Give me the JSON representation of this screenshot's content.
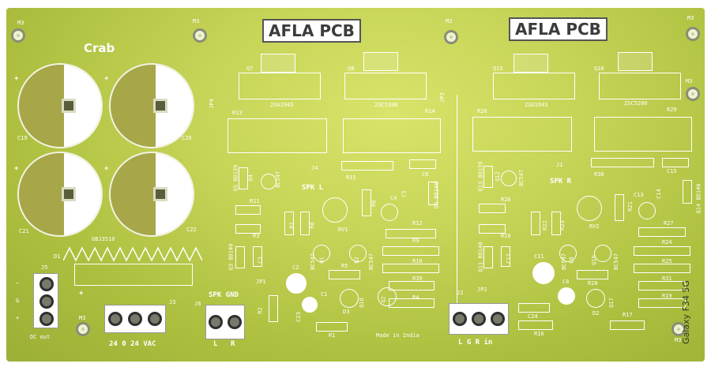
{
  "board": {
    "logo_left": "AFLA PCB",
    "logo_right": "AFLA PCB",
    "brand": "Crab",
    "made_in": "Made in India",
    "watermark": "Galaxy F34 5G",
    "mount_label": "M3"
  },
  "components": {
    "q7": "Q7",
    "q8": "Q8",
    "q15": "Q15",
    "q16": "Q16",
    "q7_part": "2SA1943",
    "q8_part": "2SC5200",
    "q15_part": "2SA1943",
    "q16_part": "2SC5200",
    "r13": "R13",
    "r14": "R14",
    "r28": "R28",
    "r29": "R29",
    "c19": "C19",
    "c20": "C20",
    "c21": "C21",
    "c22": "C22",
    "jp4": "JP4",
    "jp3": "JP3",
    "q5": "Q5 BD139",
    "q4": "Q4",
    "bc547a": "BC547",
    "j4": "J4",
    "spk_l": "SPK L",
    "r15": "R15",
    "c6": "C6",
    "c4": "C4",
    "r6": "R6",
    "c5": "C5",
    "q6": "Q6 BD140",
    "r11": "R11",
    "r3": "R3",
    "r7": "R7",
    "r8": "R8",
    "rv1": "RV1",
    "r12": "R12",
    "r9": "R9",
    "r10": "R10",
    "r39": "R39",
    "r4": "R4",
    "r5": "R5",
    "q3": "Q3 BD140",
    "c3": "C3",
    "c2": "C2",
    "c1": "C1",
    "c23": "C23",
    "q1": "Q1",
    "q2": "Q2",
    "bc547b": "BC547",
    "bc547c": "BC547",
    "q18": "Q18",
    "q2n": "Q2",
    "r2": "R2",
    "r1": "R1",
    "d3": "D3",
    "jp1": "JP1",
    "gbj": "GBJ3510",
    "d1": "D1",
    "j5": "J5",
    "dc_out": "DC out",
    "j3": "J3",
    "vac": "24  0  24 VAC",
    "j6": "J6",
    "spk_gnd": "SPK GND",
    "l": "L",
    "r": "R",
    "j2": "J2",
    "lgr": "L  G  R in",
    "q13": "Q13 BD139",
    "q12": "Q12",
    "bc547d": "BC547",
    "j1": "J1",
    "spk_r": "SPK R",
    "r30": "R30",
    "c15": "C15",
    "c13": "C13",
    "r21": "R21",
    "c14": "C14",
    "q14": "Q14 BD140",
    "r26": "R26",
    "r18": "R18",
    "r22": "R22",
    "r23": "R23",
    "rv2": "RV2",
    "r27": "R27",
    "r24": "R24",
    "r25": "R25",
    "r31": "R31",
    "r19": "R19",
    "r20": "R20",
    "r17": "R17",
    "r16": "R16",
    "q11": "Q11 BD140",
    "c12": "C12",
    "c11": "C11",
    "c8": "C8",
    "c24": "C24",
    "jp2": "JP2",
    "q9": "Q9",
    "q10": "Q10",
    "q17": "Q17",
    "d2": "D2",
    "bc547e": "BC547",
    "bc547f": "BC547",
    "plus": "+",
    "minus": "−",
    "g": "G"
  },
  "colors": {
    "board": "#c6d457",
    "silkscreen": "#ffffff",
    "copper_pad": "#5a5d3b"
  }
}
